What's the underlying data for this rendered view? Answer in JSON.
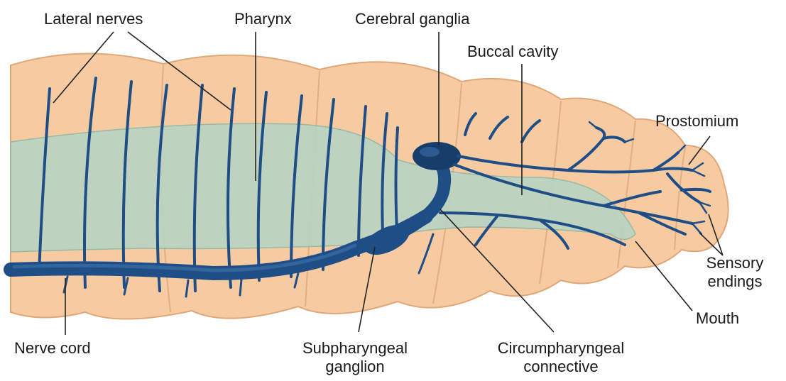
{
  "labels": {
    "lateral_nerves": "Lateral nerves",
    "pharynx": "Pharynx",
    "cerebral_ganglia": "Cerebral ganglia",
    "buccal_cavity": "Buccal cavity",
    "prostomium": "Prostomium",
    "sensory_endings_line1": "Sensory",
    "sensory_endings_line2": "endings",
    "mouth": "Mouth",
    "nerve_cord": "Nerve cord",
    "subpharyngeal_line1": "Subpharyngeal",
    "subpharyngeal_line2": "ganglion",
    "circumpharyngeal_line1": "Circumpharyngeal",
    "circumpharyngeal_line2": "connective"
  },
  "colors": {
    "body_fill": "#f6cba2",
    "body_edge": "#e0a878",
    "pharynx_fill": "#b7d4c4",
    "nerve": "#1f4e86",
    "nerve_dark": "#173d6b",
    "leader": "#222222"
  }
}
